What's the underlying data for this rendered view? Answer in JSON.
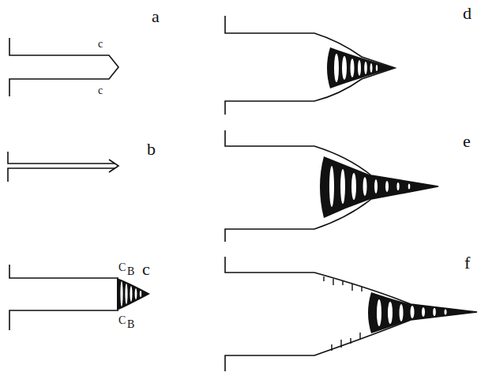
{
  "diagram": {
    "labels": [
      "a",
      "b",
      "c",
      "d",
      "e",
      "f",
      "c",
      "c",
      "C",
      "B",
      "C",
      "B"
    ]
  }
}
